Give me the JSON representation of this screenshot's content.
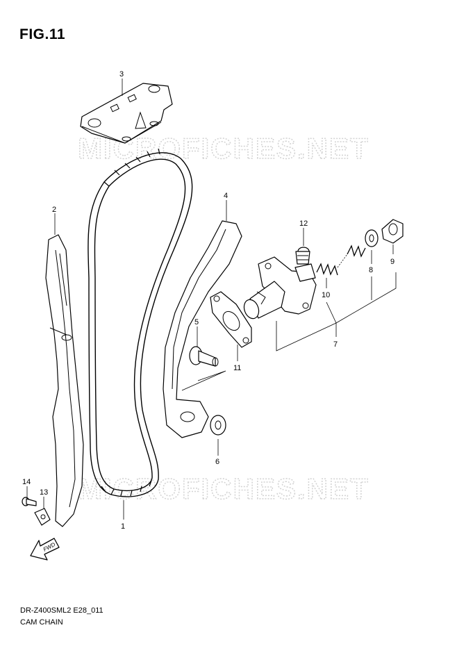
{
  "figure": {
    "title": "FIG.11"
  },
  "footer": {
    "code": "DR-Z400SML2 E28_011",
    "name": "CAM CHAIN"
  },
  "watermark": {
    "text": "MICROFICHES.NET"
  },
  "arrow_label": "FWD",
  "callouts": {
    "p1": "1",
    "p2": "2",
    "p3": "3",
    "p4": "4",
    "p5": "5",
    "p6": "6",
    "p7": "7",
    "p8": "8",
    "p9": "9",
    "p10": "10",
    "p11": "11",
    "p12": "12",
    "p13": "13",
    "p14": "14"
  }
}
